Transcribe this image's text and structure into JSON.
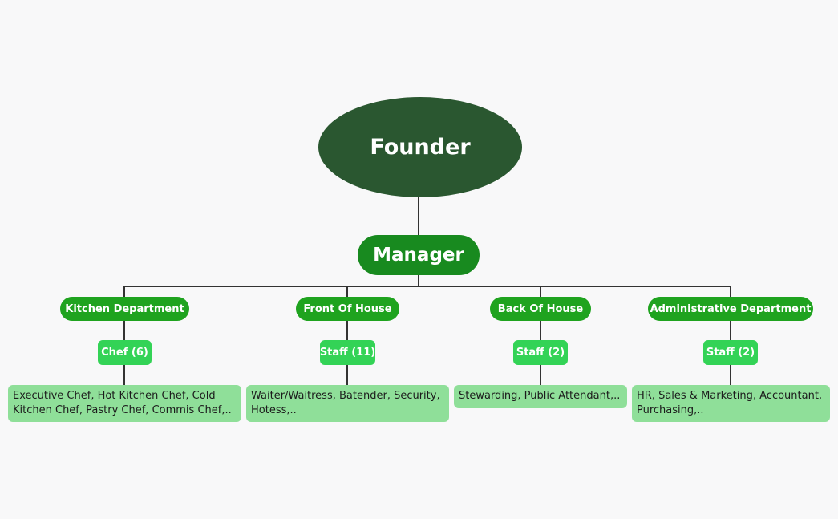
{
  "chart": {
    "founder": "Founder",
    "manager": "Manager",
    "departments": [
      {
        "name": "Kitchen Department",
        "role": "Chef (6)",
        "details": "Executive Chef, Hot Kitchen Chef, Cold\nKitchen Chef, Pastry Chef, Commis Chef,.."
      },
      {
        "name": "Front Of House",
        "role": "Staff (11)",
        "details": "Waiter/Waitress, Batender, Security,\nHotess,.."
      },
      {
        "name": "Back Of House",
        "role": "Staff (2)",
        "details": "Stewarding, Public Attendant,.."
      },
      {
        "name": "Administrative Department",
        "role": "Staff (2)",
        "details": "HR, Sales & Marketing, Accountant,\nPurchasing,.."
      }
    ]
  },
  "colors": {
    "background": "#f8f8f9",
    "founder": "#2a5730",
    "manager": "#188a1f",
    "department": "#1fa31f",
    "role": "#33d356",
    "detail": "#8fdf99",
    "connector": "#333333"
  }
}
